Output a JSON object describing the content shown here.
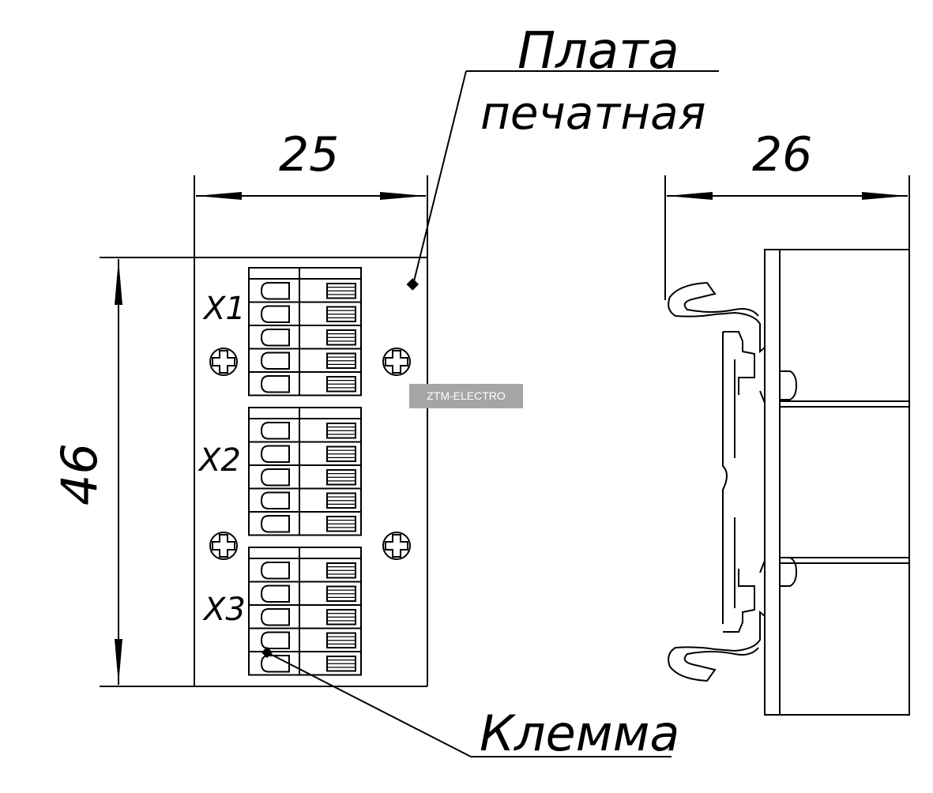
{
  "labels": {
    "pcb": [
      "Плата",
      "печатная"
    ],
    "terminal": "Клемма",
    "blocks": [
      "X1",
      "X2",
      "X3"
    ]
  },
  "dimensions": {
    "width_front": "25",
    "height_front": "46",
    "depth_side": "26"
  },
  "watermark": "ZTM-ELECTRO",
  "terminal_pins_per_block": 5
}
